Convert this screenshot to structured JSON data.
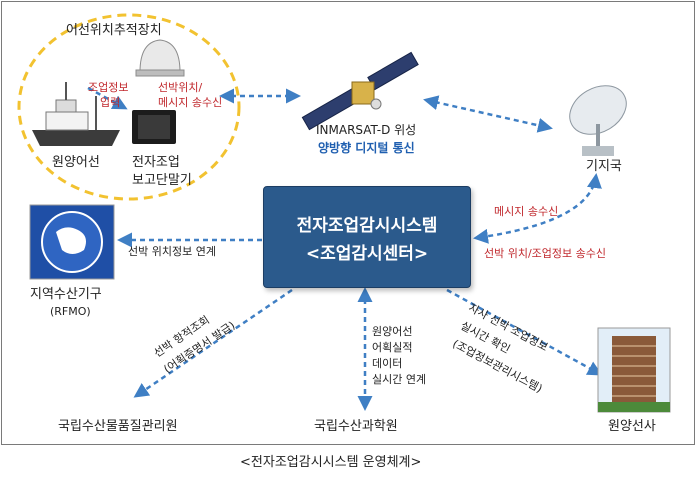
{
  "nodes": {
    "vms_device": "어선위치추적장치",
    "fishing_vessel": "원양어선",
    "terminal_line1": "전자조업",
    "terminal_line2": "보고단말기",
    "satellite": "INMARSAT-D 위성",
    "satellite_sub": "양방향 디지털 통신",
    "ground_station": "기지국",
    "center_line1": "전자조업감시시스템",
    "center_line2": "<조업감시센터>",
    "rfmo_line1": "지역수산기구",
    "rfmo_line2": "(RFMO)",
    "nfqs": "국립수산물품질관리원",
    "nifs": "국립수산과학원",
    "company": "원양선사"
  },
  "edges": {
    "vessel_to_terminal_line1": "조업정보",
    "vessel_to_terminal_line2": "입력",
    "terminal_to_sat_line1": "선박위치/",
    "terminal_to_sat_line2": "메시지 송수신",
    "station_center_msg": "메시지 송수신",
    "station_center_pos": "선박 위치/조업정보 송수신",
    "rfmo_link": "선박 위치정보 연계",
    "nfqs_line1": "선박 항적조회",
    "nfqs_line2": "(어획증명서 발급)",
    "nifs_line1": "원양어선",
    "nifs_line2": "어획실적",
    "nifs_line3": "데이터",
    "nifs_line4": "실시간 연계",
    "company_line1": "자사 선박 조업정보",
    "company_line2": "실시간 확인",
    "company_line3": "(조업정보관리시스템)"
  },
  "caption": "<전자조업감시시스템 운영체계>",
  "colors": {
    "arrow": "#3f7fc4",
    "center": "#2b5a8c",
    "dash_circle": "#f2c230",
    "red_text": "#c0282d",
    "blue_text": "#1f5fb0"
  }
}
